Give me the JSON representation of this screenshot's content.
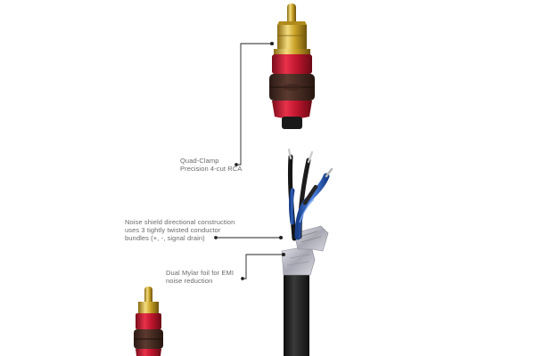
{
  "callouts": {
    "quad_clamp": {
      "line1": "Quad-Clamp",
      "line2": "Precision 4-cut RCA"
    },
    "noise_shield": {
      "line1": "Noise shield directional construction",
      "line2": "uses 3 tightly twisted conductor",
      "line3": "bundles (+, -, signal drain)"
    },
    "dual_foil": {
      "line1": "Dual Mylar foil for EMI",
      "line2": "noise reduction"
    }
  },
  "colors": {
    "gold": "#c9a227",
    "red_anodized": "#c2162f",
    "brown_grip": "#4a2e26",
    "cable_jacket": "#1f1f1f",
    "blue_insulation": "#2a5fc0",
    "callout_line": "#222222"
  }
}
